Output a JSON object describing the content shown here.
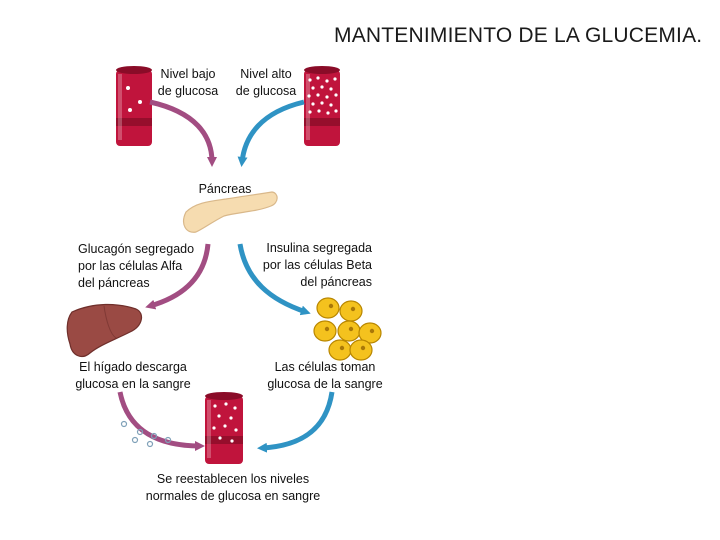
{
  "title": "MANTENIMIENTO DE LA GLUCEMIA.",
  "labels": {
    "low_glucose": "Nivel bajo\nde glucosa",
    "high_glucose": "Nivel alto\nde glucosa",
    "pancreas": "Páncreas",
    "glucagon": "Glucagón segregado\npor las células Alfa\ndel páncreas",
    "insulin": "Insulina segregada\npor las células Beta\ndel páncreas",
    "liver": "El hígado descarga\nglucosa en la sangre",
    "cells": "Las células toman\nglucosa de la sangre",
    "restored": "Se reestablecen los niveles\nnormales de glucosa en sangre"
  },
  "colors": {
    "tube_red": "#c0143c",
    "tube_dark": "#7a0a22",
    "arrow_magenta": "#a24d82",
    "arrow_blue": "#2f93c4",
    "pancreas": "#f6dcb0",
    "liver": "#9a4a44",
    "cell_yellow": "#f4c21e"
  }
}
